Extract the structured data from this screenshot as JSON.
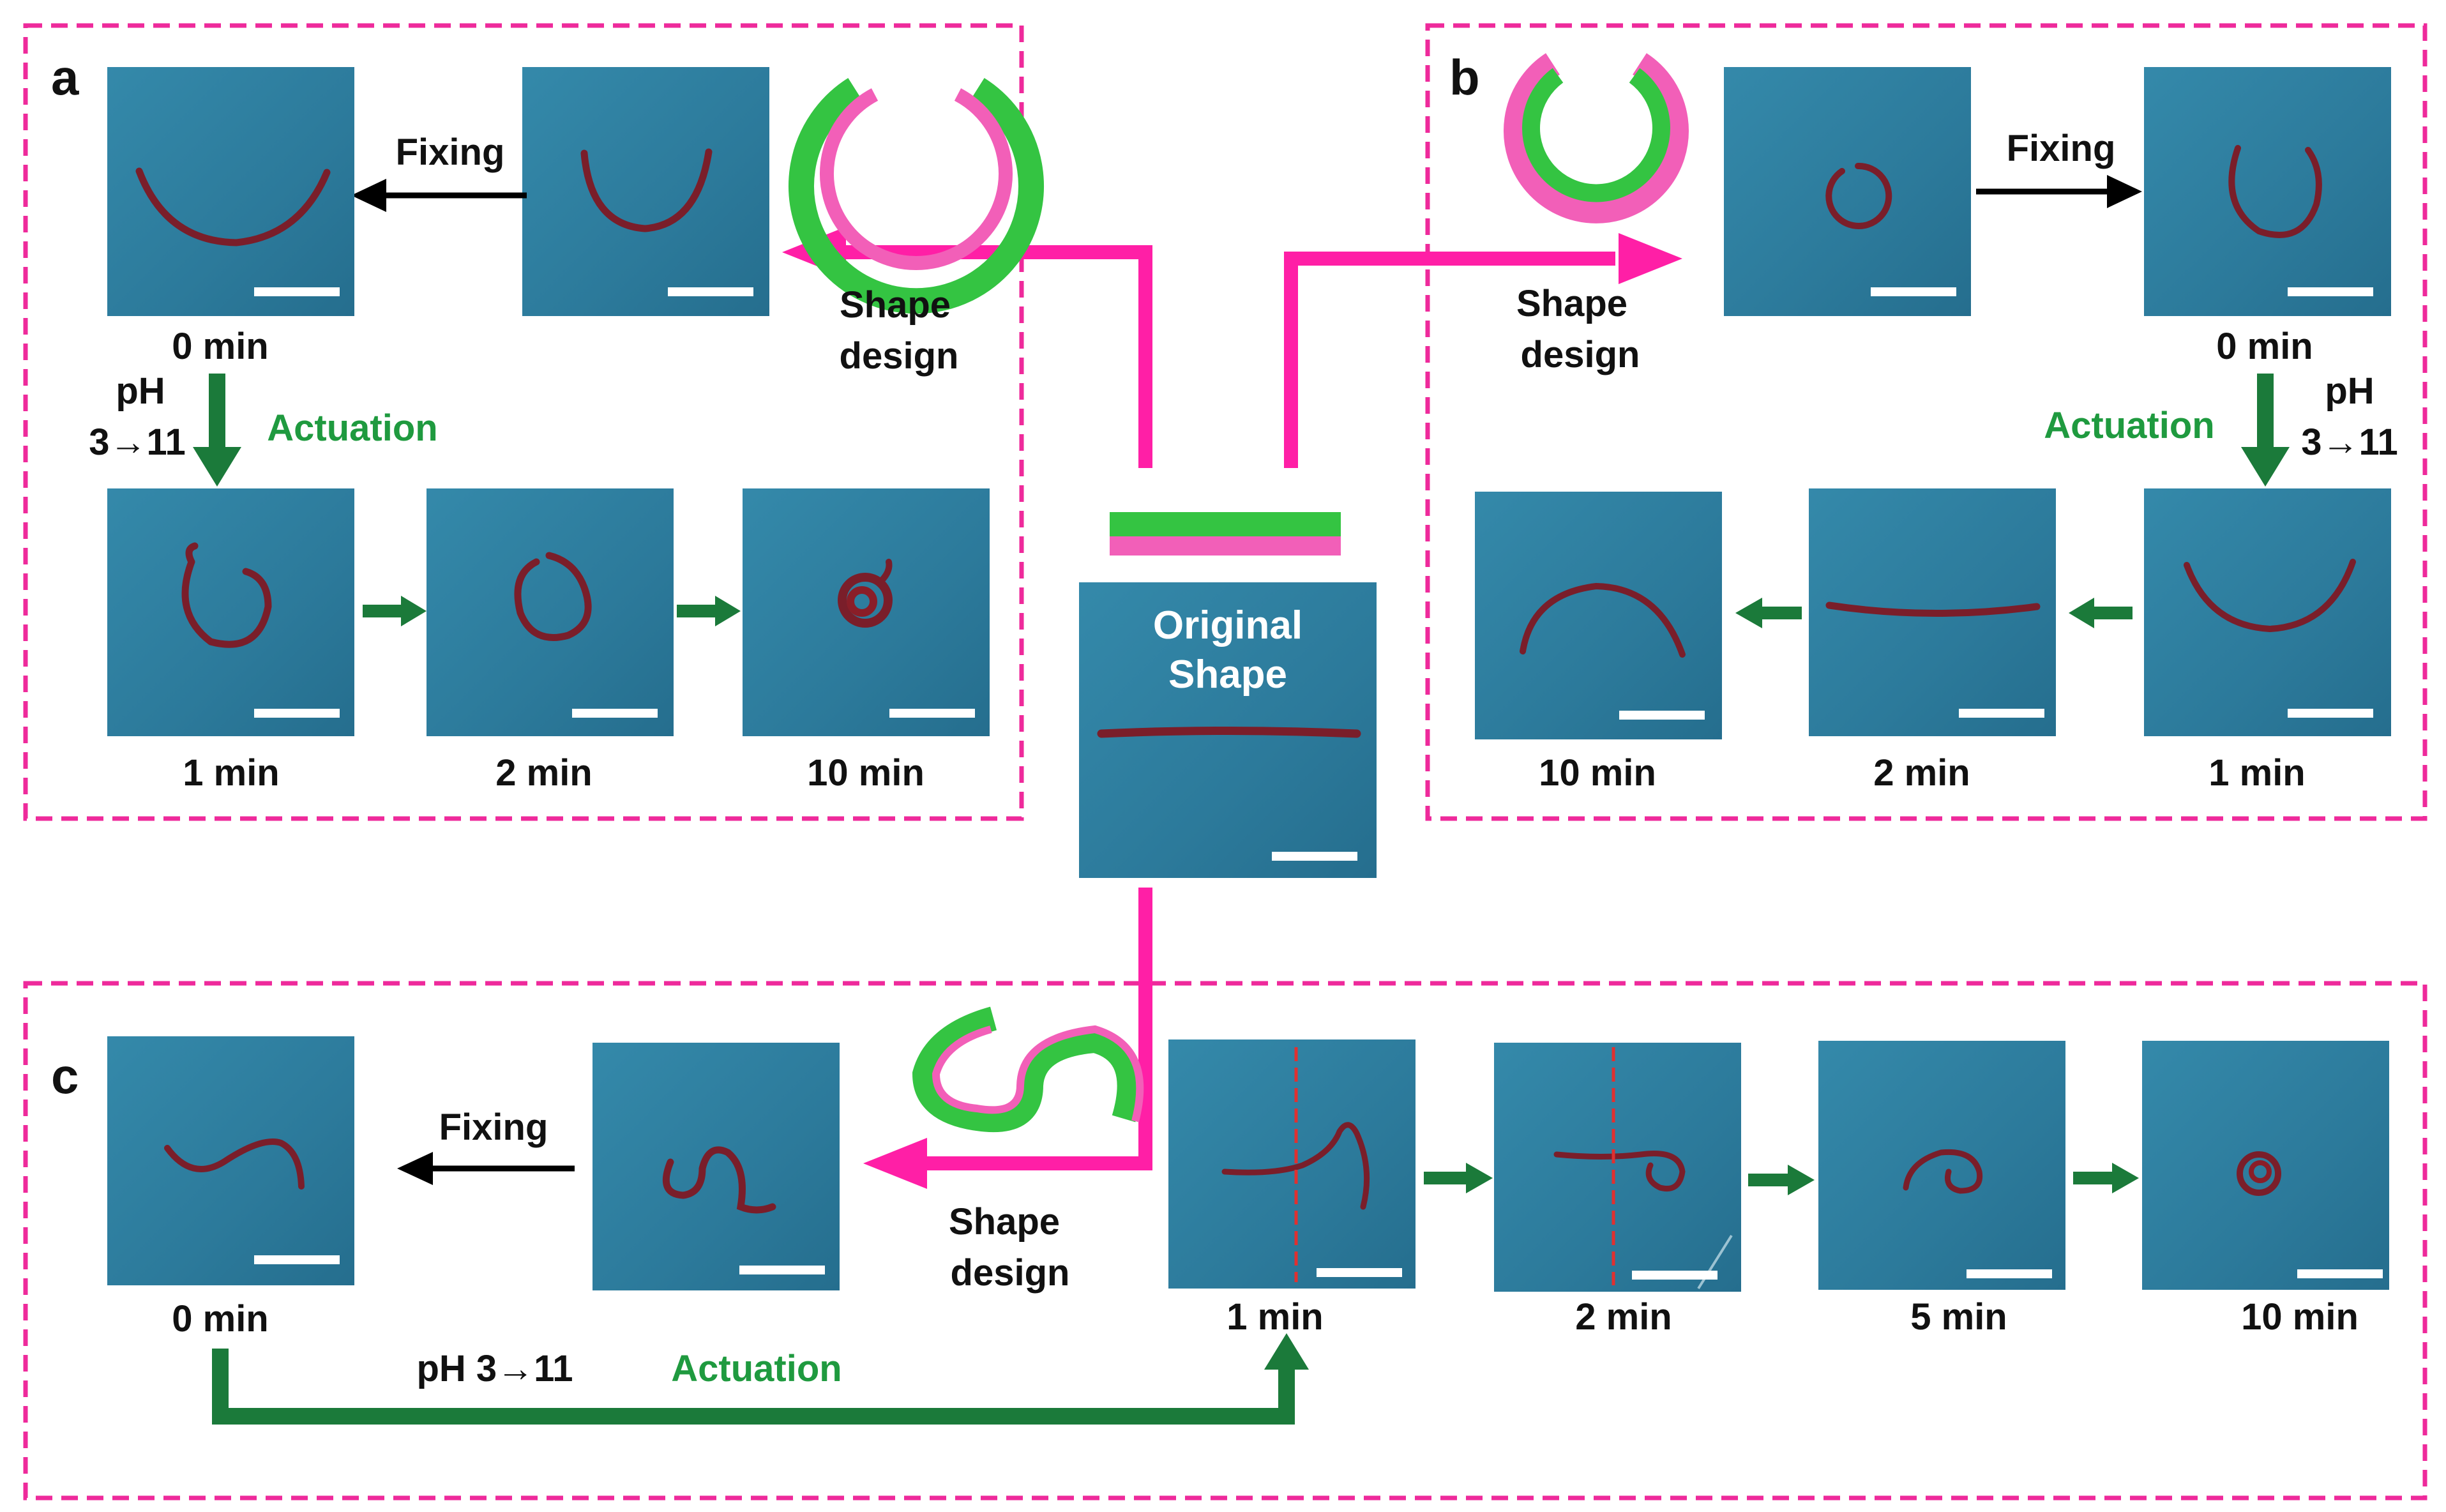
{
  "panels": {
    "a": {
      "letter": "a",
      "fixing": "Fixing",
      "shape_design": [
        "Shape",
        "design"
      ],
      "ph": [
        "pH",
        "3→11"
      ],
      "actuation": "Actuation",
      "times": [
        "0 min",
        "1 min",
        "2 min",
        "10 min"
      ]
    },
    "b": {
      "letter": "b",
      "fixing": "Fixing",
      "shape_design": [
        "Shape",
        "design"
      ],
      "ph": [
        "pH",
        "3→11"
      ],
      "actuation": "Actuation",
      "times": [
        "0 min",
        "1 min",
        "2 min",
        "10 min"
      ]
    },
    "c": {
      "letter": "c",
      "fixing": "Fixing",
      "shape_design": [
        "Shape",
        "design"
      ],
      "ph": "pH 3→11",
      "actuation": "Actuation",
      "times": [
        "0 min",
        "1 min",
        "2 min",
        "5 min",
        "10 min"
      ]
    }
  },
  "original": [
    "Original",
    "Shape"
  ],
  "colors": {
    "panel_border": "#ee2a9b",
    "design_arrow": "#ff1fa6",
    "actuation_arrow": "#1b7a3a",
    "actuation_text": "#1f9a3f",
    "photo_bg": "#2e7fa0",
    "strip": "#7a1e2a",
    "layer_green": "#34c442",
    "layer_pink": "#f25fb8",
    "cut_line": "#e03030"
  },
  "icons": [
    "arc-bilayer-icon",
    "ring-bilayer-icon",
    "s-bilayer-icon",
    "flat-bilayer-icon"
  ]
}
